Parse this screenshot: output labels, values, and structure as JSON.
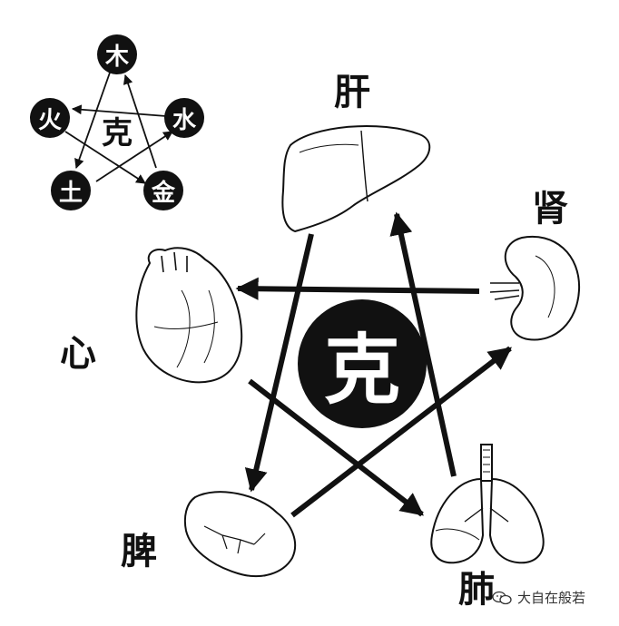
{
  "mini_diagram": {
    "center": "克",
    "nodes": {
      "wood": "木",
      "water": "水",
      "metal": "金",
      "earth": "土",
      "fire": "火"
    }
  },
  "main_diagram": {
    "center": "克",
    "organs": {
      "liver": "肝",
      "kidney": "肾",
      "heart": "心",
      "spleen": "脾",
      "lung": "肺"
    }
  },
  "watermark": {
    "text": "大自在般若",
    "icon": "wechat-icon"
  },
  "colors": {
    "ink": "#111111",
    "background": "#ffffff"
  }
}
